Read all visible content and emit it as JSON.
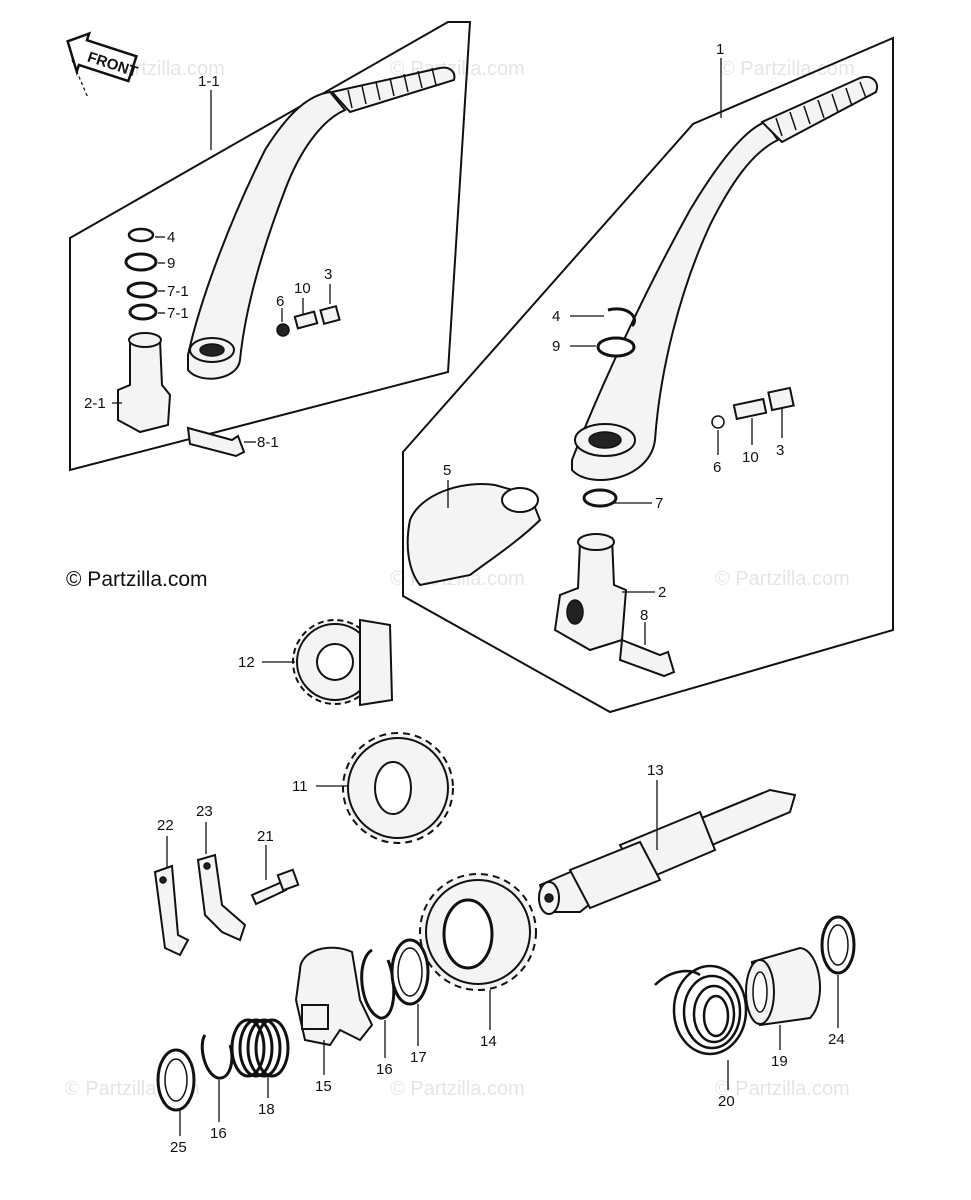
{
  "diagram": {
    "front_badge": "FRONT",
    "copyright": "© Partzilla.com",
    "watermark": "© Partzilla.com",
    "labels": [
      "1-1",
      "4",
      "9",
      "7-1",
      "7-1",
      "2-1",
      "8-1",
      "6",
      "10",
      "3",
      "1",
      "4",
      "9",
      "6",
      "10",
      "3",
      "5",
      "7",
      "2",
      "8",
      "12",
      "11",
      "13",
      "22",
      "23",
      "21",
      "14",
      "15",
      "16",
      "17",
      "16",
      "18",
      "25",
      "20",
      "19",
      "24"
    ]
  }
}
